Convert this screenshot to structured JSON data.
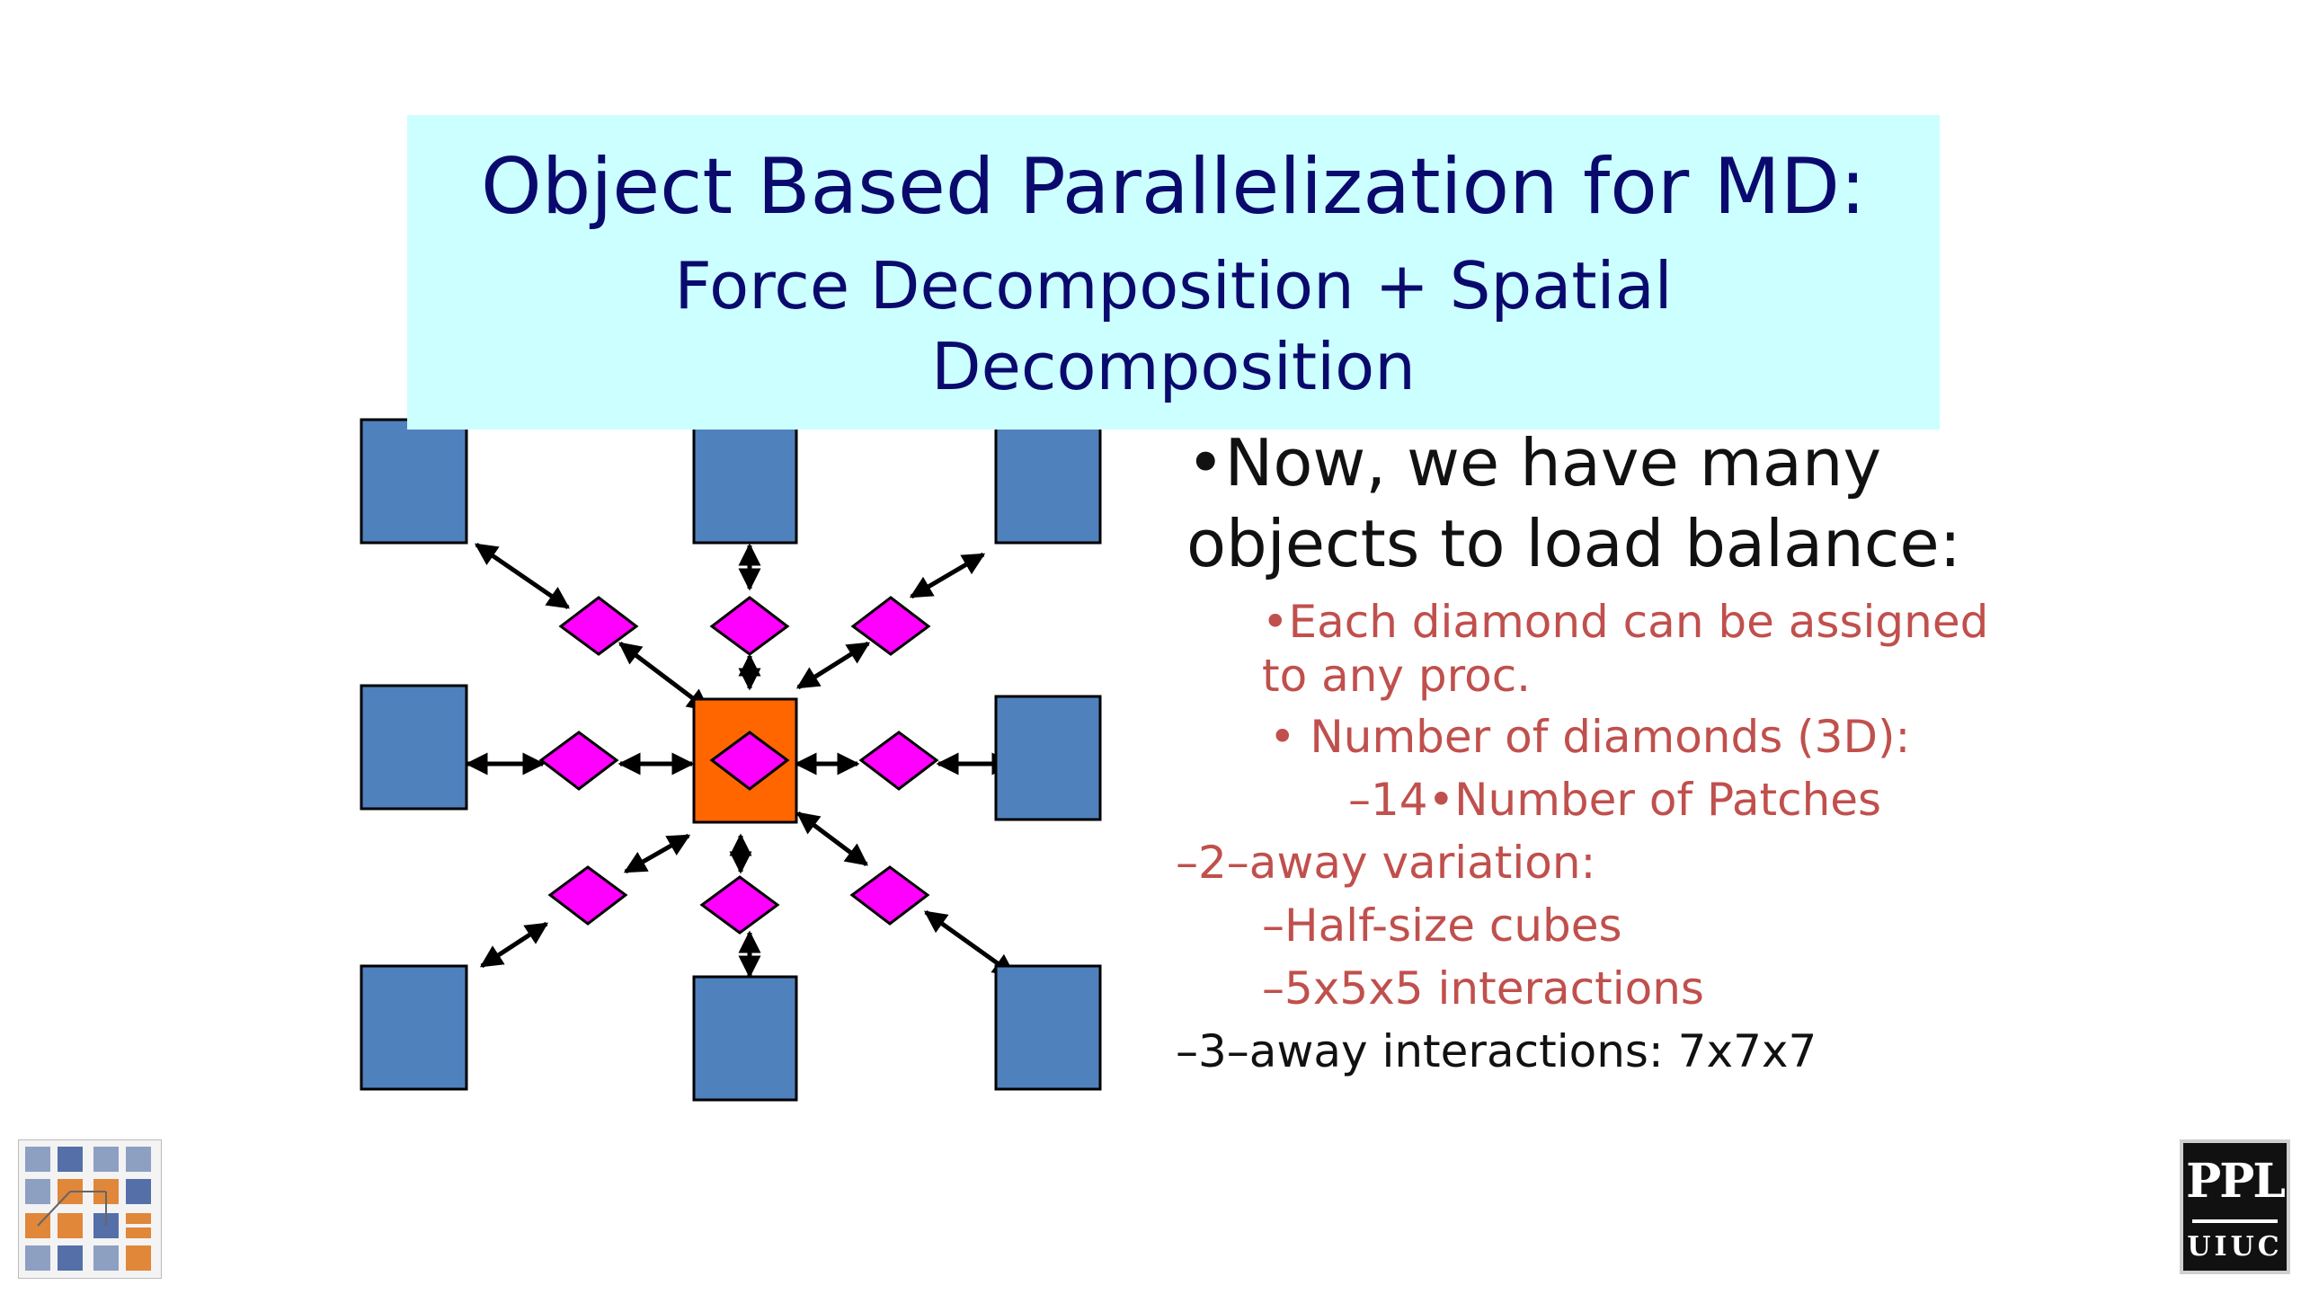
{
  "slide": {
    "title": "Object Based Parallelization for MD:",
    "subtitle_line1": "Force Decomposition + Spatial",
    "subtitle_line2": "Decomposition"
  },
  "bullets": {
    "b1_line1": "•Now, we have many",
    "b1_line2": "objects to load balance:",
    "b2_line1": "•Each diamond can be  assigned",
    "b2_line2": "to any proc.",
    "b3": "• Number of diamonds (3D):",
    "b4": "–14•Number of Patches",
    "b5": "–2–away variation:",
    "b6": "–Half-size cubes",
    "b7": "–5x5x5 interactions",
    "b8": "–3–away interactions: 7x7x7"
  },
  "logo": {
    "ppl_top": "PPL",
    "ppl_bottom": "UIUC"
  },
  "colors": {
    "title_bg": "#ccffff",
    "title_text": "#0a0a6e",
    "patch_blue": "#4f81bd",
    "center_orange": "#ff6600",
    "diamond_magenta": "#ff00ff",
    "red_text": "#c0504d"
  }
}
